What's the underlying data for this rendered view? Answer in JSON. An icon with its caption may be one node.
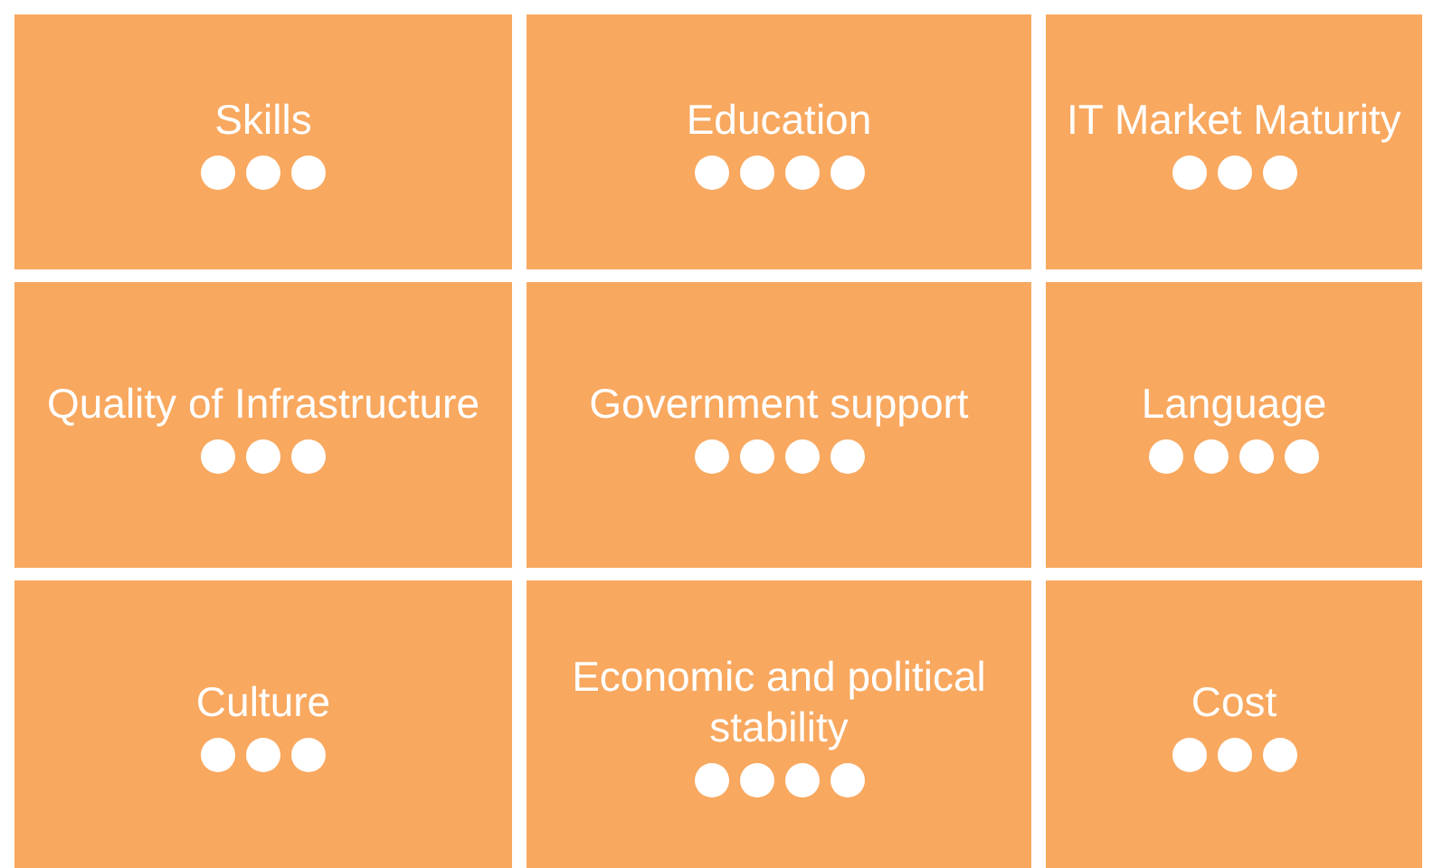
{
  "diagram": {
    "nodes": [
      {
        "text": [
          "Skills"
        ]
      },
      {
        "text": [],
        "shape": "circle",
        "in": 0
      },
      {
        "text": [],
        "shape": "circle",
        "in": 0
      },
      {
        "text": [],
        "shape": "circle",
        "in": 0
      },
      {
        "text": [
          "Education"
        ]
      },
      {
        "text": [],
        "shape": "circle",
        "in": 4
      },
      {
        "text": [],
        "shape": "circle",
        "in": 4
      },
      {
        "text": [],
        "shape": "circle",
        "in": 4
      },
      {
        "text": [],
        "shape": "circle",
        "in": 4
      },
      {
        "text": [
          "IT Market Maturity"
        ]
      },
      {
        "text": [],
        "shape": "circle",
        "in": 9
      },
      {
        "text": [],
        "shape": "circle",
        "in": 9
      },
      {
        "text": [],
        "shape": "circle",
        "in": 9
      },
      {
        "text": [
          "Quality of Infrastructure"
        ]
      },
      {
        "text": [],
        "shape": "circle",
        "in": 13
      },
      {
        "text": [],
        "shape": "circle",
        "in": 13
      },
      {
        "text": [],
        "shape": "circle",
        "in": 13
      },
      {
        "text": [
          "Government support"
        ]
      },
      {
        "text": [],
        "shape": "circle",
        "in": 17
      },
      {
        "text": [],
        "shape": "circle",
        "in": 17
      },
      {
        "text": [],
        "shape": "circle",
        "in": 17
      },
      {
        "text": [],
        "shape": "circle",
        "in": 17
      },
      {
        "text": [
          "Language"
        ]
      },
      {
        "text": [],
        "shape": "circle",
        "in": 22
      },
      {
        "text": [],
        "shape": "circle",
        "in": 22
      },
      {
        "text": [],
        "shape": "circle",
        "in": 22
      },
      {
        "text": [],
        "shape": "circle",
        "in": 22
      },
      {
        "text": [
          "Culture"
        ]
      },
      {
        "text": [],
        "shape": "circle",
        "in": 27
      },
      {
        "text": [],
        "shape": "circle",
        "in": 27
      },
      {
        "text": [],
        "shape": "circle",
        "in": 27
      },
      {
        "text": [
          "Economic and political stability"
        ]
      },
      {
        "text": [],
        "shape": "circle",
        "in": 31
      },
      {
        "text": [],
        "shape": "circle",
        "in": 31
      },
      {
        "text": [],
        "shape": "circle",
        "in": 31
      },
      {
        "text": [],
        "shape": "circle",
        "in": 31
      },
      {
        "text": [
          "Cost"
        ]
      },
      {
        "text": [],
        "shape": "circle",
        "in": 36
      },
      {
        "text": [],
        "shape": "circle",
        "in": 36
      },
      {
        "text": [],
        "shape": "circle",
        "in": 36
      }
    ]
  }
}
